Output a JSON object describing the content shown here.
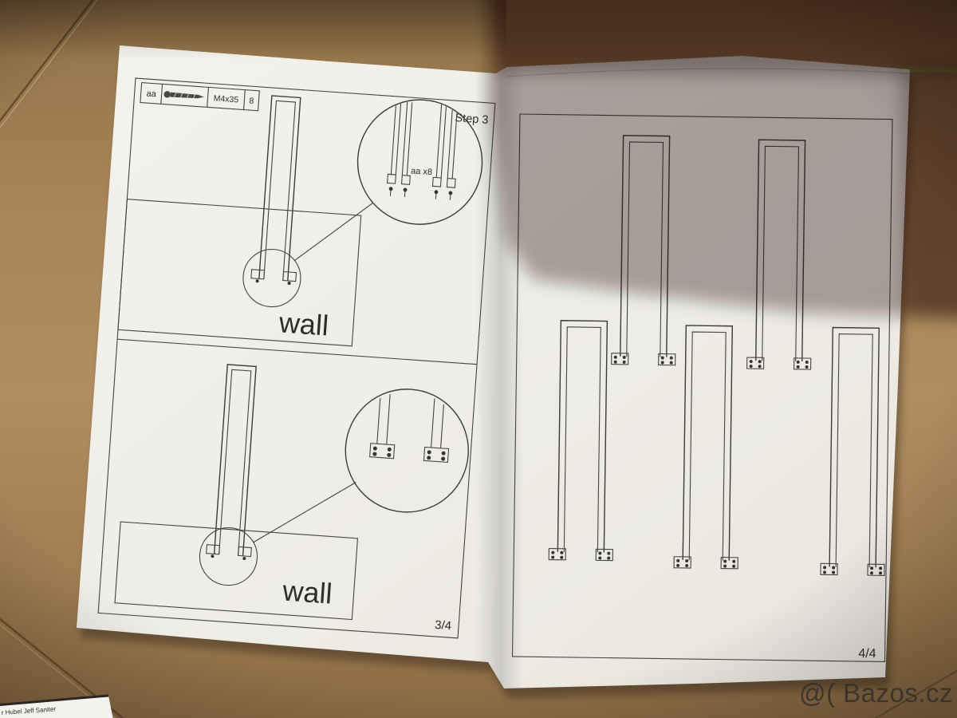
{
  "instruction_sheet": {
    "left_page": {
      "parts_table": {
        "part_ref": "aa",
        "part_icon": "screw-icon",
        "part_size": "M4x35",
        "part_qty": "8"
      },
      "step_label": "Step 3",
      "zoom_detail_label": "aa x8",
      "upper_wall_label": "wall",
      "lower_wall_label": "wall",
      "page_number": "3/4"
    },
    "right_page": {
      "page_number": "4/4"
    }
  },
  "watermark": {
    "text": "@( Bazos.cz"
  },
  "paper_scrap": {
    "text": "r Hubel Jeff Saniter"
  },
  "colors": {
    "cardboard": "#a7835a",
    "cardboard_shadowed": "#4a3a27",
    "paper": "#f1efe9",
    "paper_shadowed": "#b3afa7",
    "ink": "#3c3b38",
    "watermark": "#dcd8d2"
  }
}
